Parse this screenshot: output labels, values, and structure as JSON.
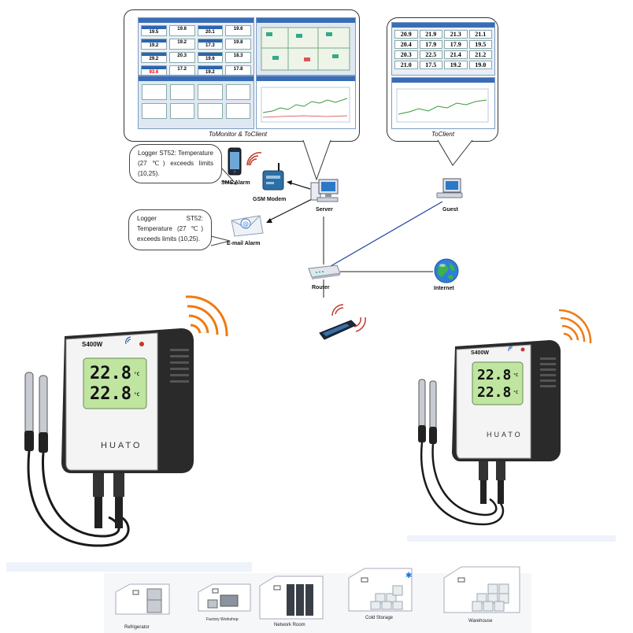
{
  "top_left_panel": {
    "caption": "ToMonitor  &  ToClient",
    "tiles_top": [
      "19.5",
      "19.6",
      "20.1",
      "19.6",
      "19.2",
      "19.2",
      "17.3",
      "19.8",
      "29.2",
      "20.3",
      "19.6",
      "18.3",
      "93.6",
      "17.2",
      "19.2",
      "17.8"
    ]
  },
  "top_right_panel": {
    "caption": "ToClient",
    "tiles": [
      "20.9",
      "21.9",
      "21.3",
      "21.1",
      "20.4",
      "17.9",
      "17.9",
      "19.5",
      "20.3",
      "22.5",
      "21.4",
      "21.2",
      "21.0",
      "17.5",
      "19.2",
      "19.0"
    ]
  },
  "sms_bubble": {
    "text": "Logger ST52: Temperature (27 ℃) exceeds limits (10,25)."
  },
  "email_bubble": {
    "text": "Logger ST52: Temperature (27 ℃) exceeds limits (10,25)."
  },
  "nodes": {
    "sms_alarm": "SMS Alarm",
    "gsm_modem": "GSM Modem",
    "server": "Server",
    "guest": "Guest",
    "email_alarm": "E-mail Alarm",
    "router": "Router",
    "internet": "Internet"
  },
  "devices": {
    "model": "S400W",
    "brand": "HUATO",
    "reading_1": "22.8",
    "reading_2": "22.8",
    "unit": "°C"
  },
  "scenes": [
    "Refrigerator",
    "Factory Workshop",
    "Network Room",
    "Cold Storage",
    "Warehouse"
  ],
  "colors": {
    "signal": "#f07a10",
    "wifi": "#b02020",
    "link": "#1f3f9f",
    "screen_header": "#2c64b0"
  }
}
